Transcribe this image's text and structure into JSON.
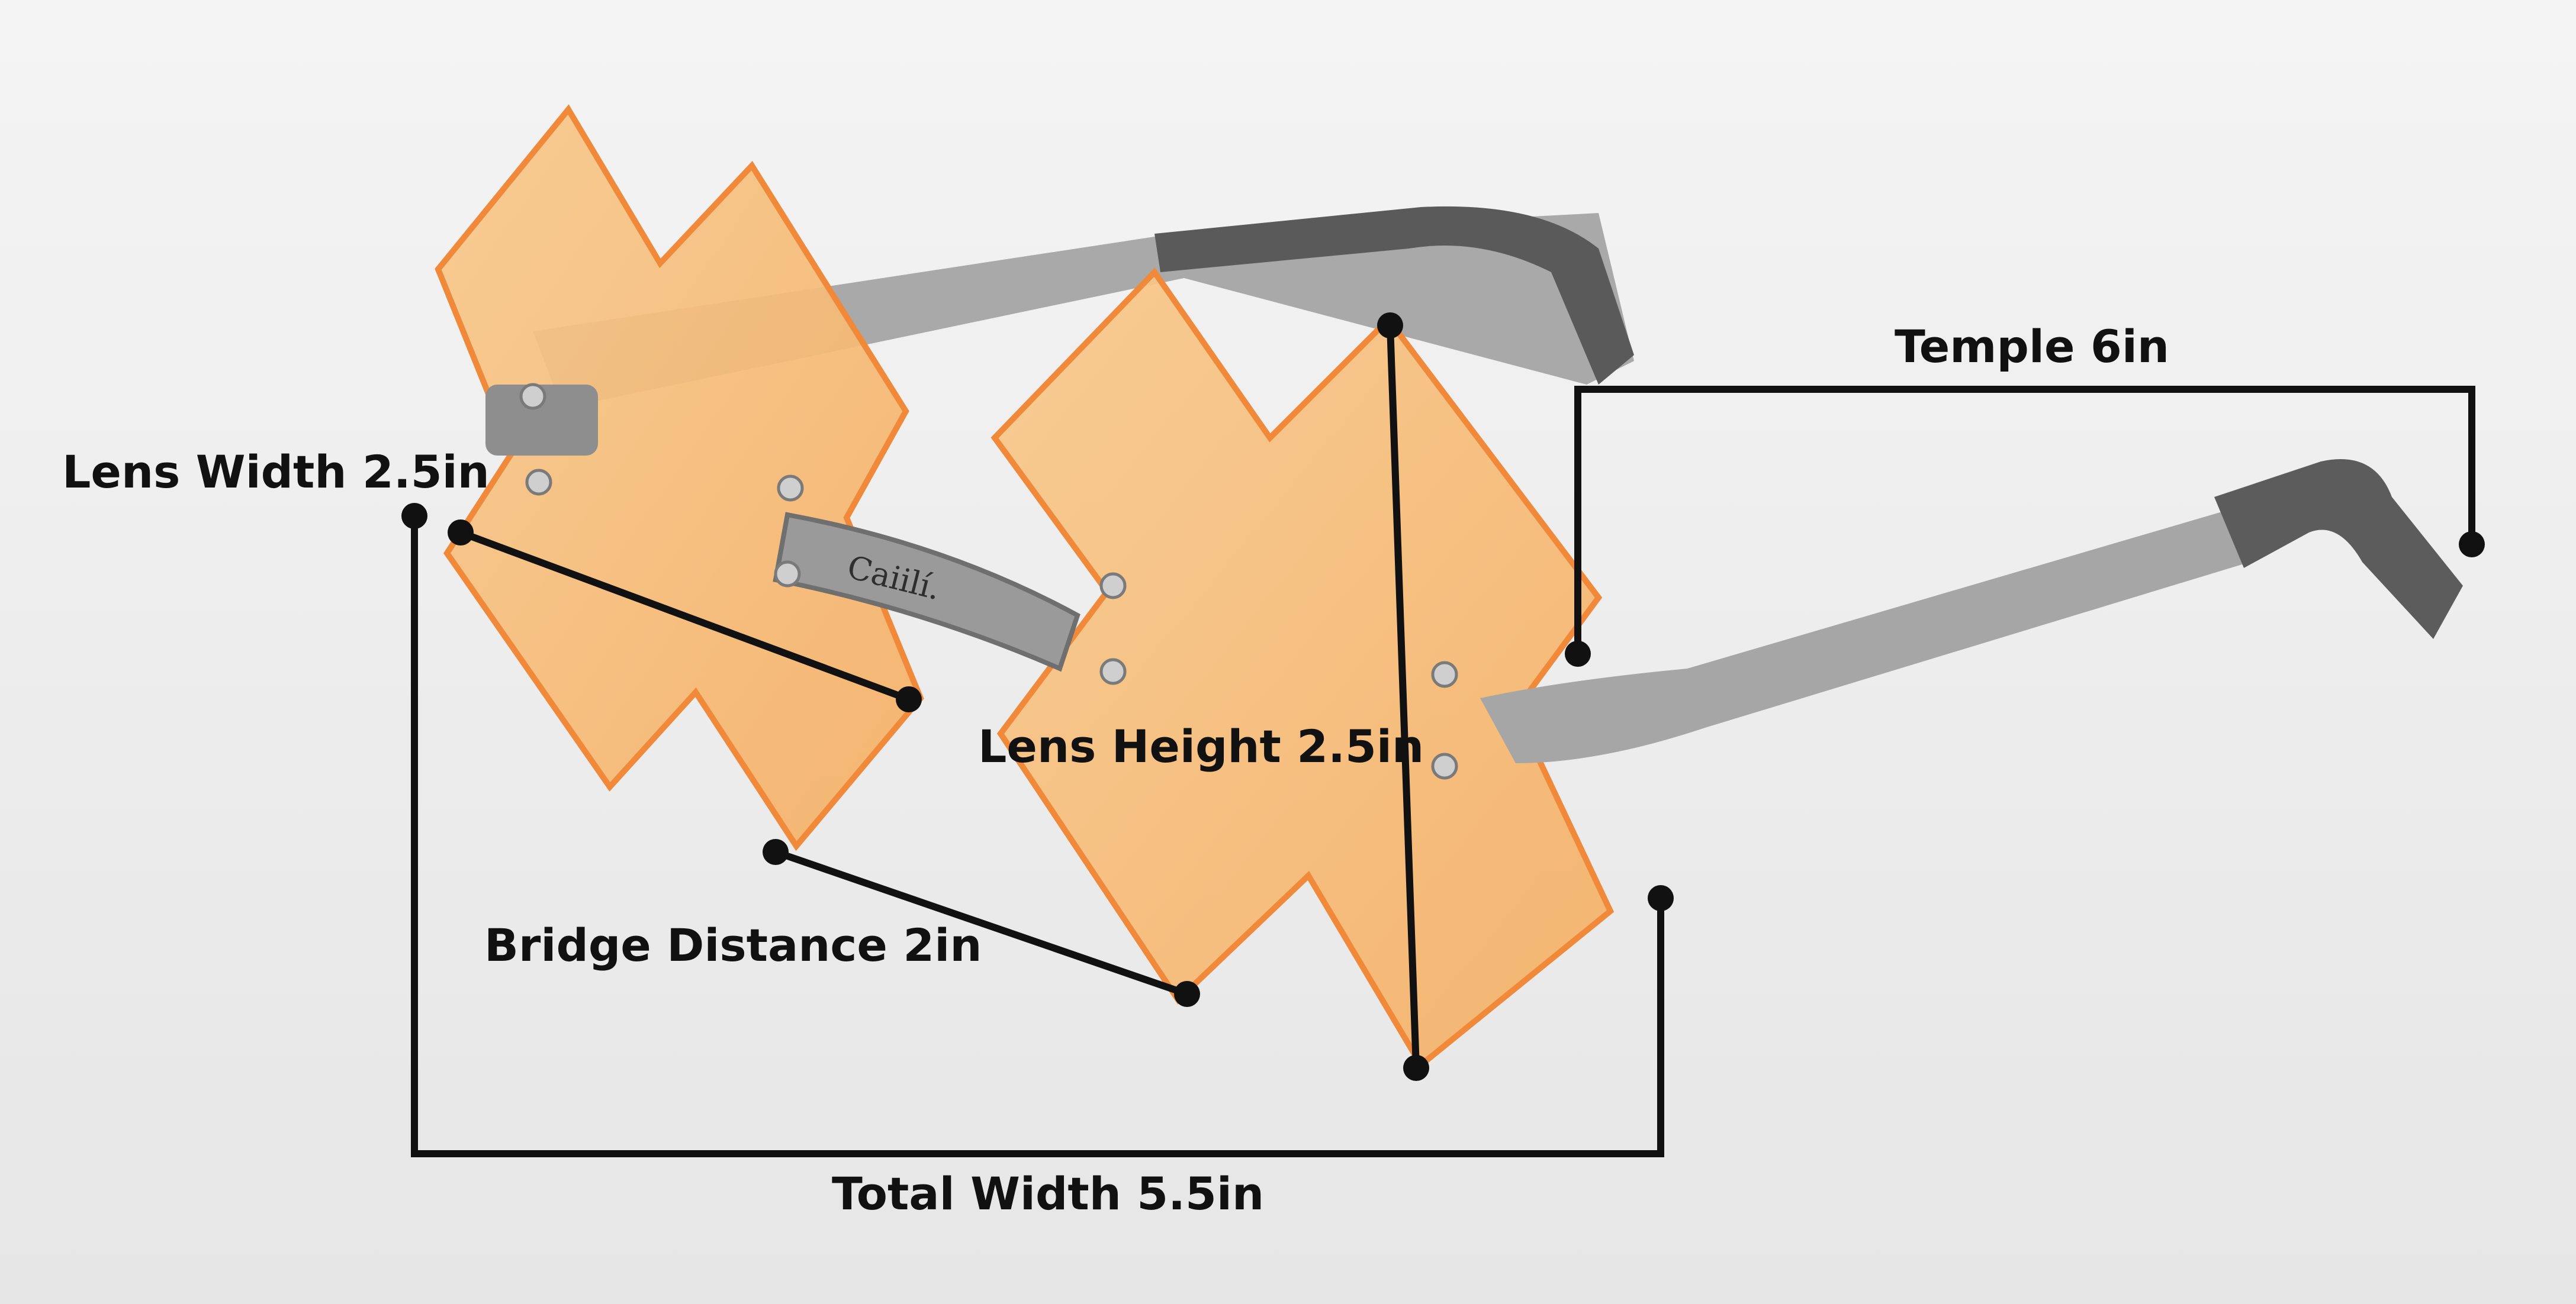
{
  "product": {
    "brand_mark": "Caiilí.",
    "colors": {
      "background": "#ededed",
      "lens": "#f6b66f",
      "lens_edge": "#f08a3a",
      "temple_metal": "#a6a6a6",
      "temple_tip": "#5c5c5c",
      "annotation": "#111111"
    }
  },
  "measurements": {
    "temple": "Temple 6in",
    "lens_width": "Lens Width 2.5in",
    "lens_height": "Lens Height 2.5in",
    "bridge_distance": "Bridge Distance 2in",
    "total_width": "Total Width 5.5in"
  }
}
